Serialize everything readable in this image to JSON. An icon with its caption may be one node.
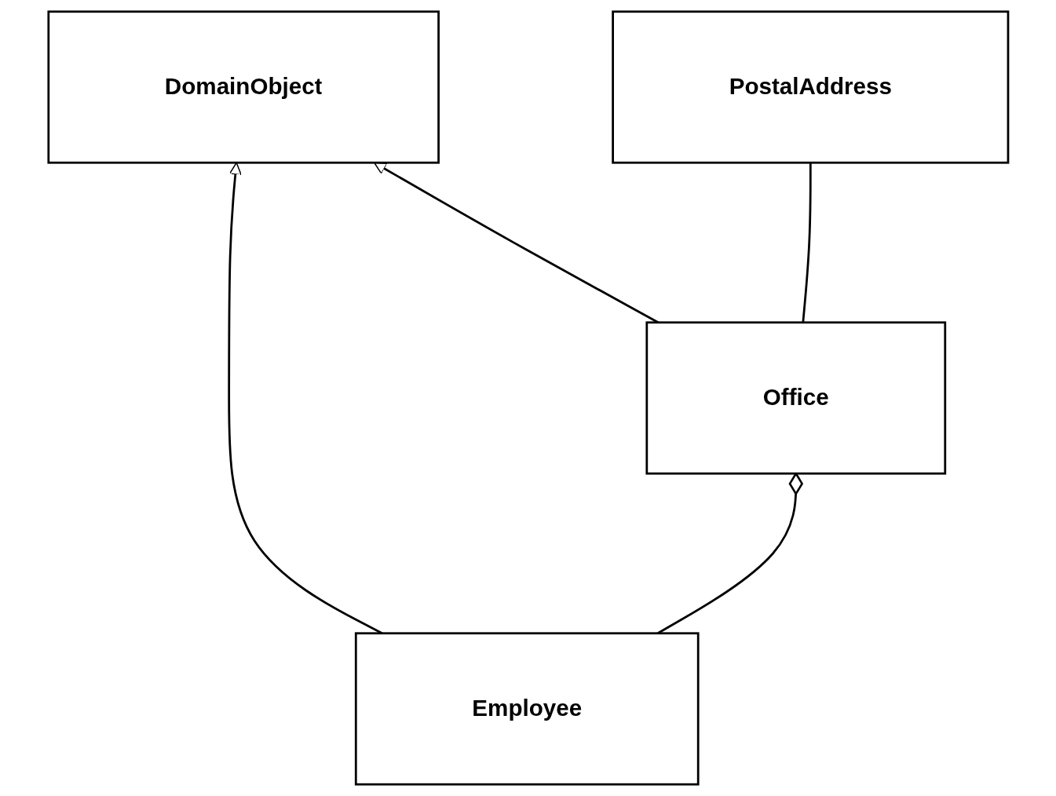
{
  "diagram": {
    "nodes": [
      {
        "text": [
          "DomainObject"
        ]
      },
      {
        "text": [
          "Office"
        ]
      },
      {
        "text": [
          "Employee"
        ]
      },
      {
        "text": [
          "PostalAddress"
        ]
      }
    ],
    "edges": [
      {
        "from": 1,
        "to": 0,
        "arrow": "to"
      },
      {
        "from": 2,
        "to": 0,
        "arrow": "to"
      },
      {
        "from": 2,
        "to": 1,
        "arrow": "other"
      },
      {
        "from": 1,
        "to": 3,
        "arrow": "none"
      }
    ]
  }
}
